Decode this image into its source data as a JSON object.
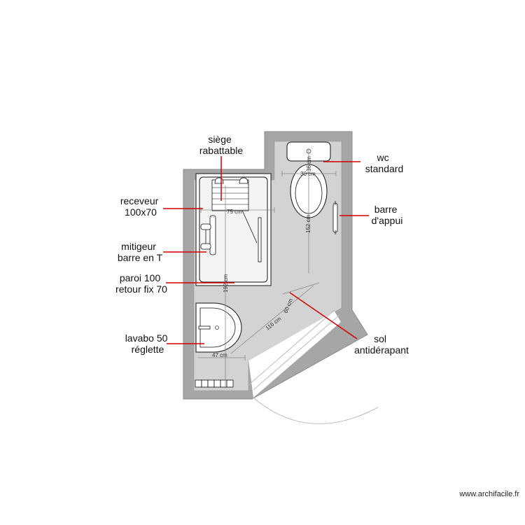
{
  "plan": {
    "colors": {
      "wall": "#a6a6a6",
      "floor": "#d3d3d3",
      "leader": "#d40000",
      "fixture": "#ffffff",
      "stroke": "#111111",
      "dim": "#888888"
    },
    "labels": {
      "siege": [
        "siège",
        "rabattable"
      ],
      "receveur": [
        "receveur",
        "100x70"
      ],
      "mitigeur": [
        "mitigeur",
        "barre en T"
      ],
      "paroi": [
        "paroi 100",
        "retour fix 70"
      ],
      "lavabo": [
        "lavabo 50",
        "réglette"
      ],
      "wc": [
        "wc",
        "standard"
      ],
      "barre": [
        "barre",
        "d'appui"
      ],
      "sol": [
        "sol",
        "antidérapant"
      ]
    },
    "dimensions": {
      "d75": "75 cm",
      "d192": "192 cm",
      "d47": "47 cm",
      "d116": "116 cm",
      "d60": "60 cm",
      "d152": "152 cm",
      "d30": "30 cm",
      "d36": "36 cm"
    },
    "watermark": "www.archifacile.fr"
  }
}
